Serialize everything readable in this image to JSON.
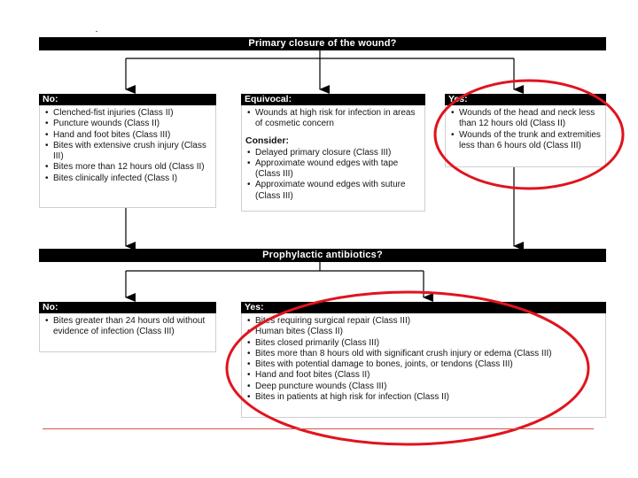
{
  "top_question": "Primary closure of the wound?",
  "top_boxes": {
    "no": {
      "header": "No:",
      "items": [
        "Clenched-fist injuries (Class II)",
        "Puncture wounds (Class II)",
        "Hand and foot bites (Class III)",
        "Bites with extensive crush injury (Class III)",
        "Bites more than 12 hours old (Class II)",
        "Bites clinically infected (Class I)"
      ]
    },
    "equivocal": {
      "header": "Equivocal:",
      "items": [
        "Wounds at high risk for infection in areas of cosmetic concern"
      ],
      "consider_label": "Consider:",
      "consider_items": [
        "Delayed primary closure (Class III)",
        "Approximate wound edges with tape (Class III)",
        "Approximate wound edges with suture (Class III)"
      ]
    },
    "yes": {
      "header": "Yes:",
      "items": [
        "Wounds of the head and neck less than 12 hours old (Class II)",
        "Wounds of the trunk and extremities less than 6 hours old (Class III)"
      ]
    }
  },
  "middle_question": "Prophylactic antibiotics?",
  "bottom_boxes": {
    "no": {
      "header": "No:",
      "items": [
        "Bites greater than 24 hours old without evidence of infection (Class III)"
      ]
    },
    "yes": {
      "header": "Yes:",
      "items": [
        "Bites requiring surgical repair (Class III)",
        "Human bites (Class II)",
        "Bites closed primarily (Class III)",
        "Bites more than 8 hours old with significant crush injury or edema (Class III)",
        "Bites with potential damage to bones, joints, or tendons (Class III)",
        "Hand and foot bites (Class II)",
        "Deep puncture wounds (Class III)",
        "Bites in patients at high risk for infection (Class II)"
      ]
    }
  },
  "colors": {
    "bar": "#000000",
    "annotation_circle": "#e0141e",
    "rule": "#d9534f"
  }
}
